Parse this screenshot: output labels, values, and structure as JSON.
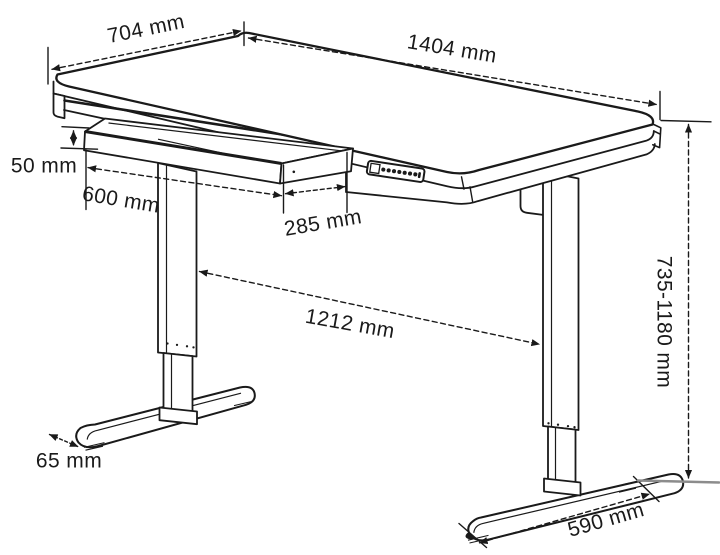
{
  "figure": {
    "kind": "product dimension line drawing",
    "dims": {
      "top_depth": "704 mm",
      "top_width": "1404 mm",
      "drawer_height": "50 mm",
      "drawer_width": "600 mm",
      "drawer_depth": "285 mm",
      "leg_span": "1212 mm",
      "height_range": "735-1180 mm",
      "foot_height": "65 mm",
      "foot_length": "590 mm"
    },
    "control_panel": {
      "buttons": 7
    },
    "colors": {
      "line": "#1a1a1a",
      "background": "#ffffff",
      "floor_line": "#8c8c8c"
    }
  }
}
